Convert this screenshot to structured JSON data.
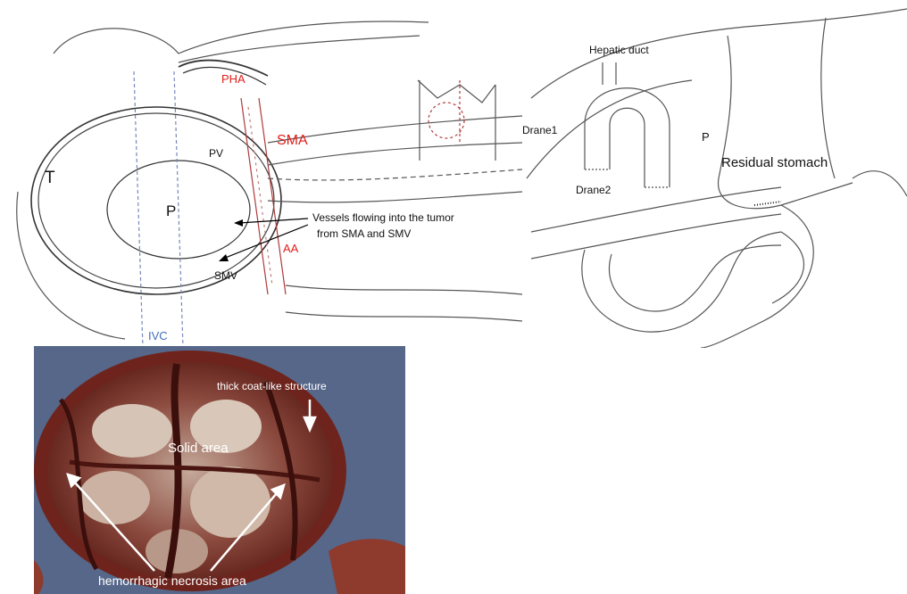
{
  "left_sketch": {
    "labels": {
      "pha": "PHA",
      "sma": "SMA",
      "pv": "PV",
      "t": "T",
      "p": "P",
      "aa": "AA",
      "smv": "SMV",
      "ivc": "IVC",
      "vessels_line1": "Vessels flowing into the tumor",
      "vessels_line2": "from SMA and SMV"
    }
  },
  "right_sketch": {
    "labels": {
      "hepatic_duct": "Hepatic duct",
      "drane1": "Drane1",
      "p": "P",
      "residual_stomach": "Residual stomach",
      "drane2": "Drane2"
    }
  },
  "photo": {
    "labels": {
      "thick_coat": "thick coat-like structure",
      "solid_area": "Solid area",
      "necrosis": "hemorrhagic necrosis area"
    }
  },
  "colors": {
    "artery_label": "#e0201b",
    "vein_label": "#3d6fc0",
    "photo_background": "#5a6a8c"
  }
}
